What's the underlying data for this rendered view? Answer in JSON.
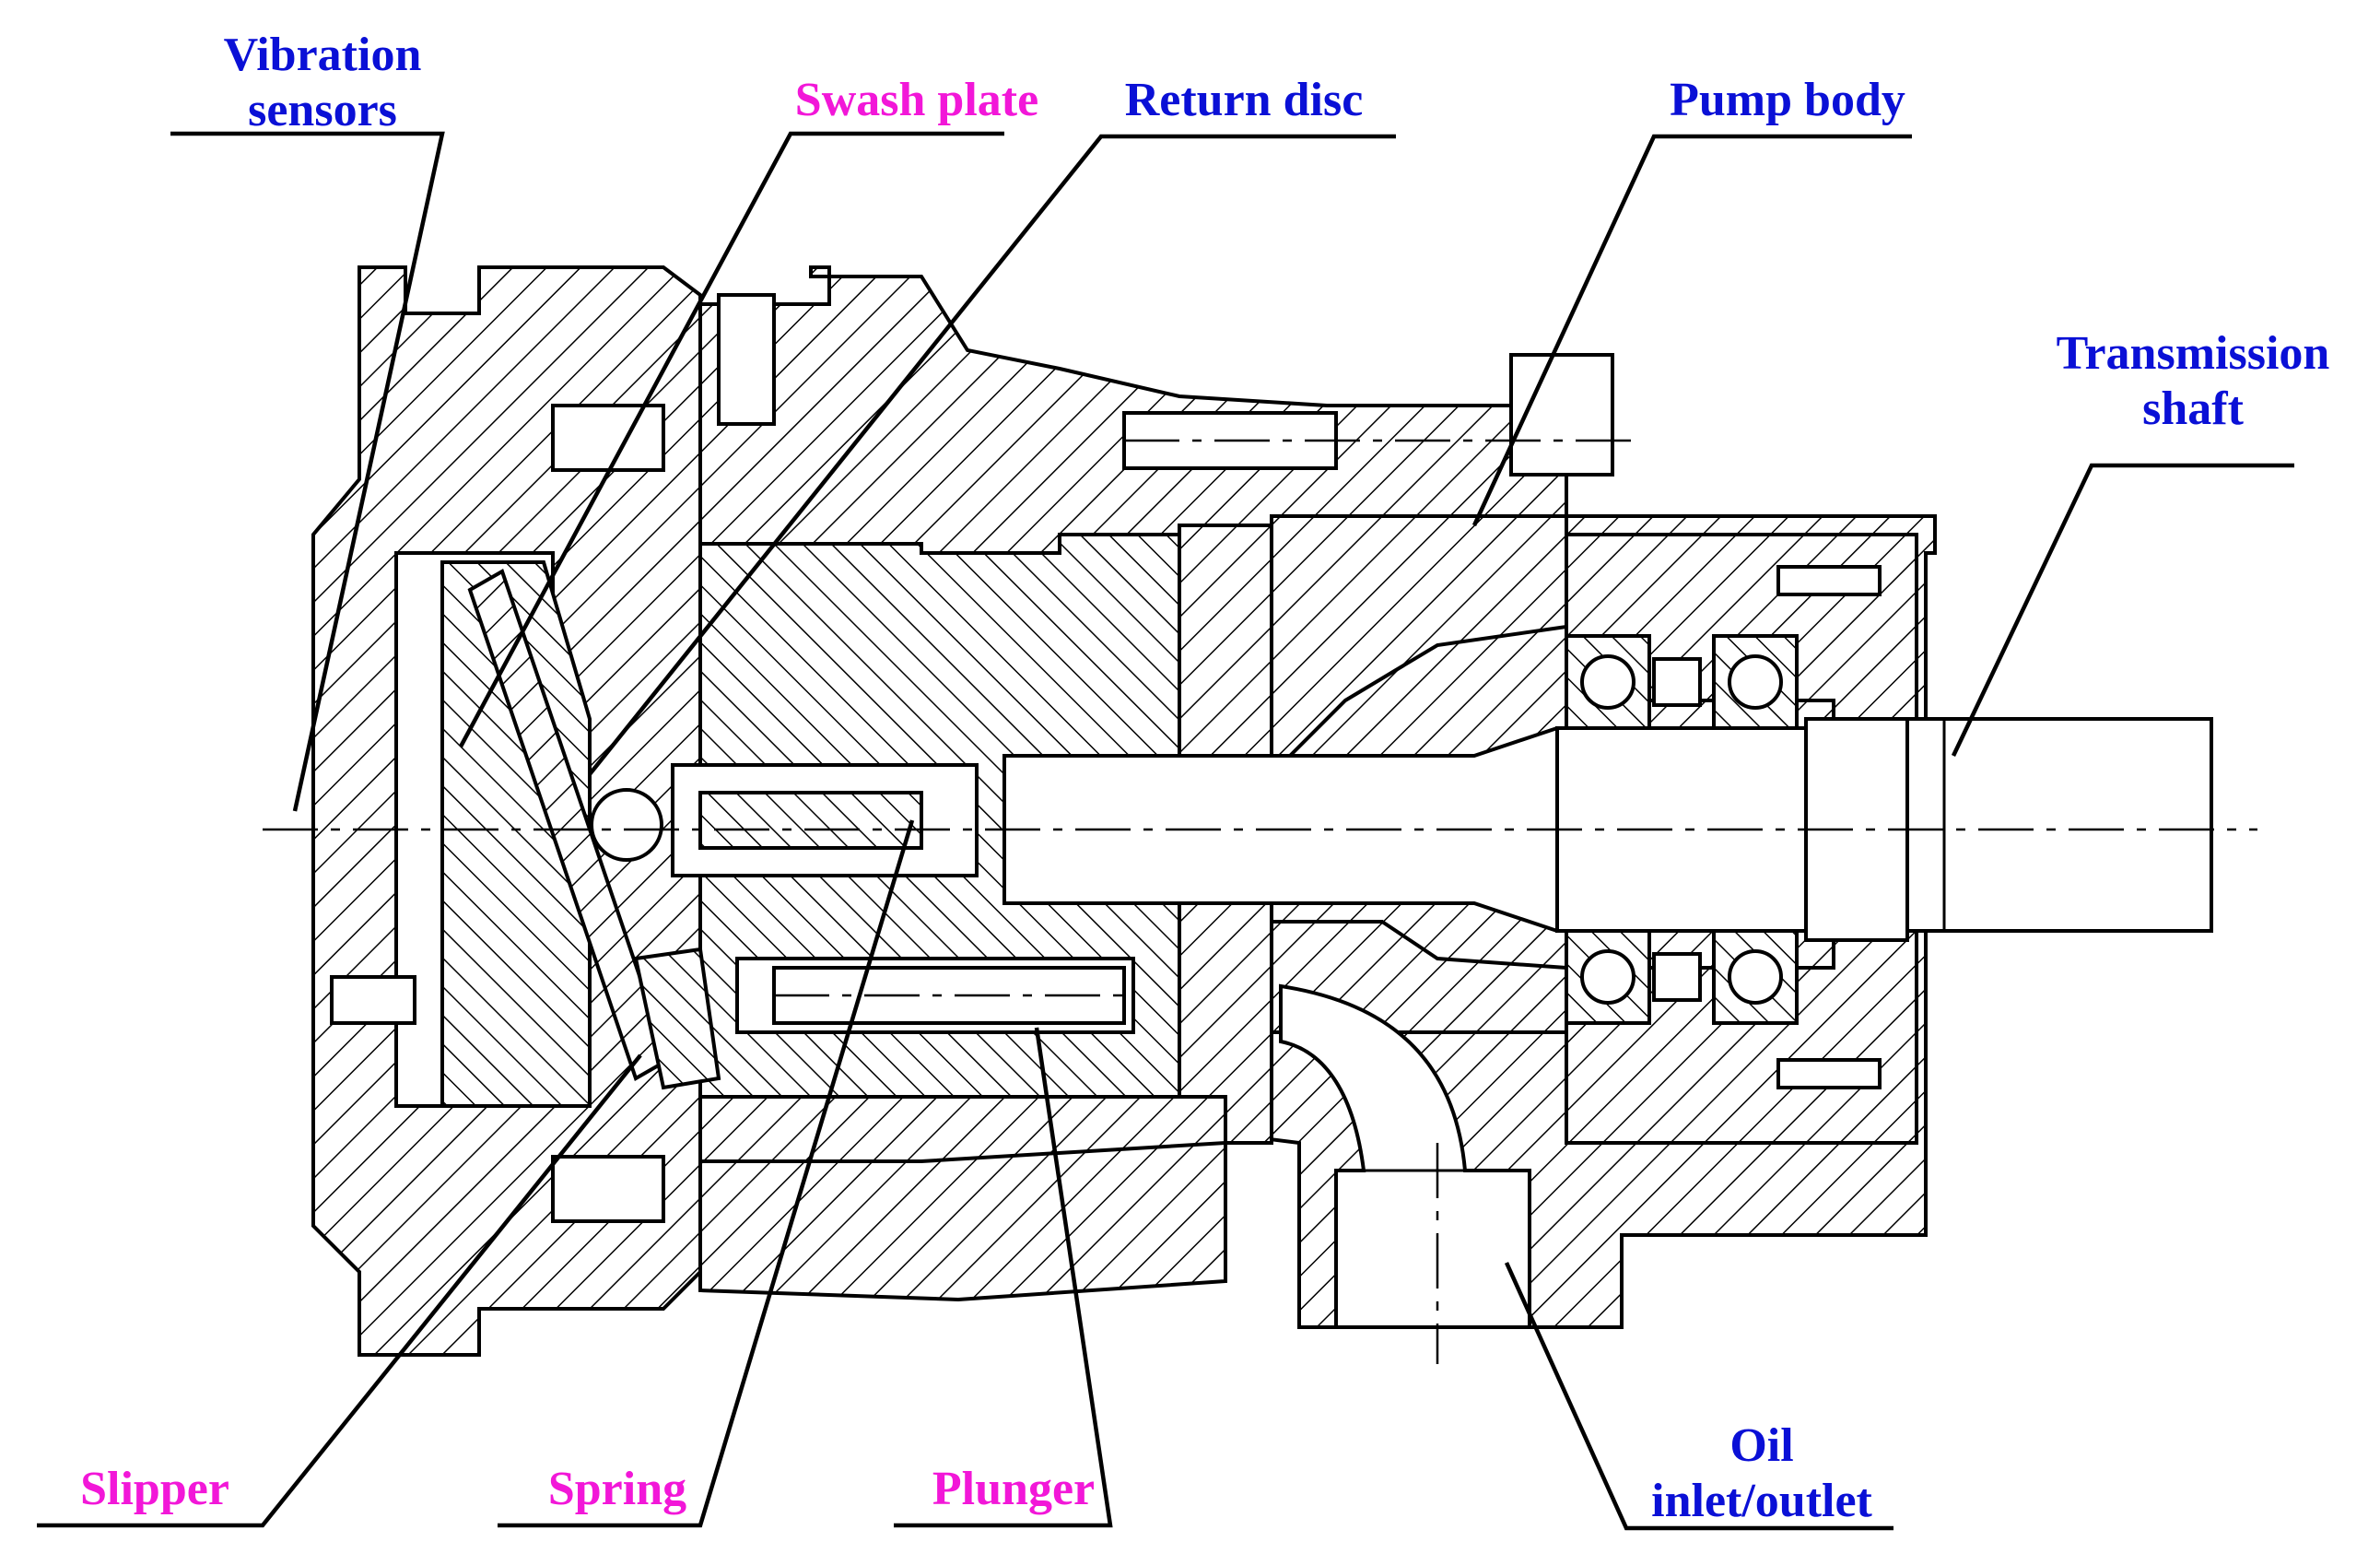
{
  "labels": {
    "vibration_sensors_1": "Vibration",
    "vibration_sensors_2": "sensors",
    "swash_plate": "Swash plate",
    "return_disc": "Return disc",
    "pump_body": "Pump body",
    "transmission_shaft_1": "Transmission",
    "transmission_shaft_2": "shaft",
    "slipper": "Slipper",
    "spring": "Spring",
    "plunger": "Plunger",
    "oil_inlet_outlet_1": "Oil",
    "oil_inlet_outlet_2": "inlet/outlet"
  },
  "colors": {
    "blue_labels": "#0a10d6",
    "magenta_labels": "#f217d8",
    "lines": "#000000"
  }
}
